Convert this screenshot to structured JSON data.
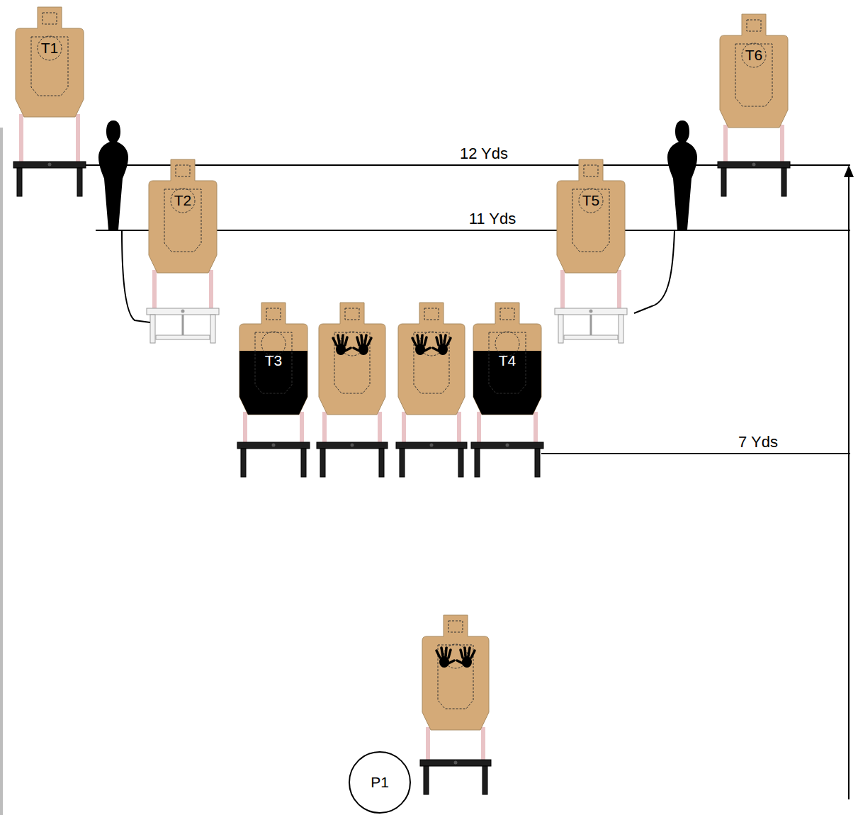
{
  "diagram": {
    "nodes": [
      {
        "text": [
          "T1"
        ]
      },
      {
        "text": [
          "T6"
        ]
      },
      {
        "text": [
          "T2"
        ]
      },
      {
        "text": [
          "T5"
        ]
      },
      {
        "text": [
          "T3"
        ]
      },
      {
        "text": [
          "T4"
        ]
      },
      {
        "text": [
          "P1"
        ]
      }
    ],
    "labels": [
      "12 Yds",
      "11 Yds",
      "7 Yds"
    ]
  }
}
